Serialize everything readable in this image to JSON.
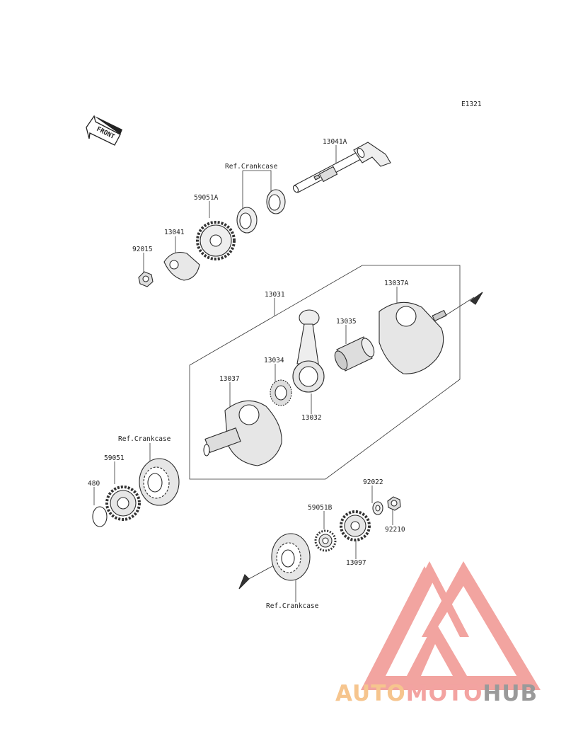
{
  "diagram": {
    "code": "E1321",
    "front_label": "FRONT",
    "labels": {
      "p13041A": "13041A",
      "p_ref_crankcase_top": "Ref.Crankcase",
      "p59051A": "59051A",
      "p13041": "13041",
      "p92015": "92015",
      "p13031": "13031",
      "p13037A": "13037A",
      "p13035": "13035",
      "p13034": "13034",
      "p13037": "13037",
      "p13032": "13032",
      "p_ref_crankcase_left": "Ref.Crankcase",
      "p59051": "59051",
      "p480": "480",
      "p92022": "92022",
      "p59051B": "59051B",
      "p92210": "92210",
      "p13097": "13097",
      "p_ref_crankcase_bottom": "Ref.Crankcase"
    }
  },
  "watermark": {
    "part1": "AUTO",
    "part2": "MOTO",
    "part3": "HUB",
    "colors": {
      "auto": "#f6c58e",
      "moto": "#f3a3a1",
      "hub": "#9a9a9a",
      "logo": "#f2a09b"
    }
  }
}
